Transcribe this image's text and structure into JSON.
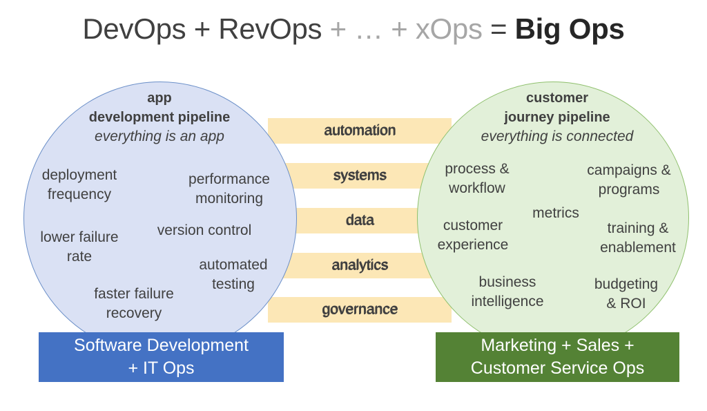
{
  "title": {
    "part1": "DevOps + RevOps",
    "part2": " + … + xOps",
    "part3": " = ",
    "part4": "Big Ops"
  },
  "bands": [
    "automation",
    "systems",
    "data",
    "analytics",
    "governance"
  ],
  "left_circle": {
    "heading_line1": "app",
    "heading_line2": "development pipeline",
    "subtitle": "everything is an app",
    "items": [
      {
        "line1": "deployment",
        "line2": "frequency"
      },
      {
        "line1": "performance",
        "line2": "monitoring"
      },
      {
        "line1": "version control",
        "line2": ""
      },
      {
        "line1": "lower failure",
        "line2": "rate"
      },
      {
        "line1": "automated",
        "line2": "testing"
      },
      {
        "line1": "faster failure",
        "line2": "recovery"
      }
    ]
  },
  "right_circle": {
    "heading_line1": "customer",
    "heading_line2": "journey pipeline",
    "subtitle": "everything is connected",
    "items": [
      {
        "line1": "process &",
        "line2": "workflow"
      },
      {
        "line1": "campaigns &",
        "line2": "programs"
      },
      {
        "line1": "metrics",
        "line2": ""
      },
      {
        "line1": "customer",
        "line2": "experience"
      },
      {
        "line1": "training &",
        "line2": "enablement"
      },
      {
        "line1": "business",
        "line2": "intelligence"
      },
      {
        "line1": "budgeting",
        "line2": "& ROI"
      }
    ]
  },
  "left_box": {
    "line1": "Software Development",
    "line2": "+ IT Ops"
  },
  "right_box": {
    "line1": "Marketing + Sales +",
    "line2": "Customer Service Ops"
  },
  "colors": {
    "left_circle_fill": "#dae1f4",
    "right_circle_fill": "#e2f0d9",
    "band_fill": "#fce7b6",
    "left_box": "#4472c4",
    "right_box": "#548235"
  }
}
